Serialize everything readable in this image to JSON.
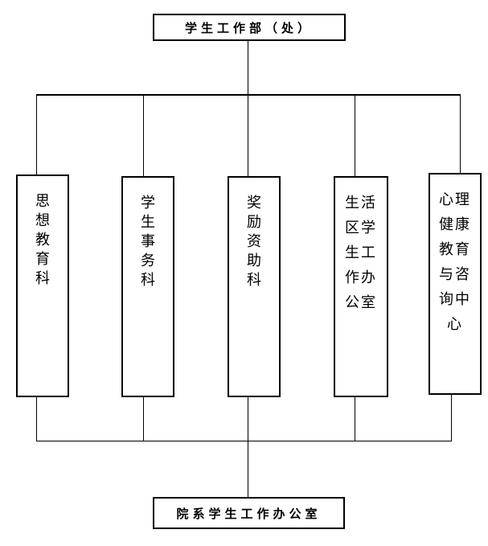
{
  "top": {
    "label": "学生工作部（处）"
  },
  "departments": [
    {
      "lines": [
        "思",
        "想",
        "教",
        "育",
        "科"
      ]
    },
    {
      "lines": [
        "学",
        "生",
        "事",
        "务",
        "科"
      ]
    },
    {
      "lines": [
        "奖",
        "励",
        "资",
        "助",
        "科"
      ]
    },
    {
      "lines": [
        "生活",
        "区学",
        "生工",
        "作办",
        "公室"
      ]
    },
    {
      "lines": [
        "心理",
        "健康",
        "教育",
        "与咨",
        "询中",
        "心"
      ]
    }
  ],
  "bottom": {
    "label": "院系学生工作办公室"
  }
}
